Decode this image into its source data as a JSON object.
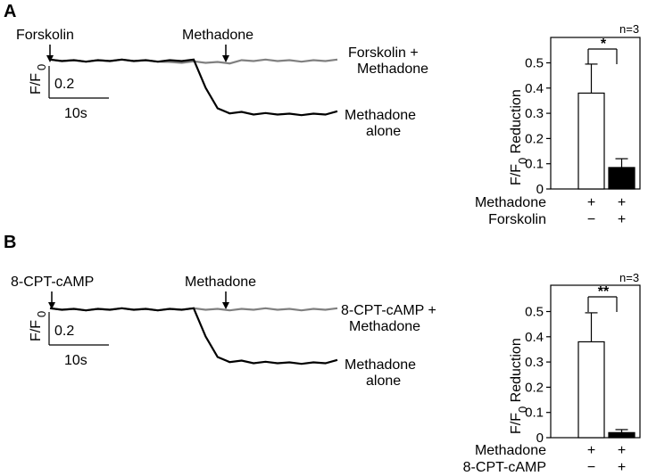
{
  "panels": [
    {
      "label": "A",
      "trace": {
        "stim1_label": "Forskolin",
        "stim2_label": "Methadone",
        "line1_label": [
          "Forskolin +",
          "Methadone"
        ],
        "line2_label": [
          "Methadone",
          "alone"
        ],
        "scale_y_label": "F/F",
        "scale_y_sub": "0",
        "scale_y_value": "0.2",
        "scale_x_value": "10s"
      },
      "bar": {
        "n_label": "n=3",
        "sig_label": "*",
        "ylabel": "F/F",
        "ylabel_sub": "0",
        "ylabel_rest": " Reduction",
        "row_labels": [
          "Methadone",
          "Forskolin"
        ]
      }
    },
    {
      "label": "B",
      "trace": {
        "stim1_label": "8-CPT-cAMP",
        "stim2_label": "Methadone",
        "line1_label": [
          "8-CPT-cAMP +",
          "Methadone"
        ],
        "line2_label": [
          "Methadone",
          "alone"
        ],
        "scale_y_label": "F/F",
        "scale_y_sub": "0",
        "scale_y_value": "0.2",
        "scale_x_value": "10s"
      },
      "bar": {
        "n_label": "n=3",
        "sig_label": "**",
        "ylabel": "F/F",
        "ylabel_sub": "0",
        "ylabel_rest": " Reduction",
        "row_labels": [
          "Methadone",
          "8-CPT-cAMP"
        ]
      }
    }
  ],
  "chart_data": [
    {
      "type": "line",
      "panel": "A",
      "series": [
        {
          "name": "Forskolin + Methadone",
          "color": "#808080",
          "values": [
            0.0,
            0.0,
            0.0,
            0.0,
            0.0,
            0.0,
            0.0,
            0.0,
            0.0,
            0.0,
            -0.01,
            -0.01,
            -0.01,
            -0.01,
            -0.01,
            -0.01,
            0.0,
            0.0,
            0.0,
            0.0,
            0.0,
            0.0,
            0.0,
            0.0,
            0.0
          ]
        },
        {
          "name": "Methadone alone",
          "color": "#000000",
          "values": [
            0.0,
            0.0,
            0.0,
            0.0,
            0.0,
            0.0,
            0.0,
            0.0,
            0.0,
            0.0,
            0.0,
            0.0,
            0.0,
            -0.15,
            -0.27,
            -0.29,
            -0.29,
            -0.3,
            -0.3,
            -0.3,
            -0.3,
            -0.3,
            -0.3,
            -0.3,
            -0.29
          ]
        }
      ],
      "stimulus_markers": [
        "Forskolin",
        "Methadone"
      ]
    },
    {
      "type": "bar",
      "panel": "A",
      "categories": [
        "Methadone",
        "Methadone + Forskolin"
      ],
      "conditions": {
        "Methadone": [
          "+",
          "+"
        ],
        "Forskolin": [
          "−",
          "+"
        ]
      },
      "values": [
        0.38,
        0.085
      ],
      "errors": [
        0.115,
        0.035
      ],
      "fills": [
        "#ffffff",
        "#000000"
      ],
      "ylabel": "F/F0 Reduction",
      "ylim": [
        0,
        0.6
      ],
      "yticks": [
        "0",
        "0.1",
        "0.2",
        "0.3",
        "0.4",
        "0.5"
      ],
      "significance": "*",
      "n": "n=3"
    },
    {
      "type": "line",
      "panel": "B",
      "series": [
        {
          "name": "8-CPT-cAMP + Methadone",
          "color": "#808080",
          "values": [
            0.0,
            0.0,
            0.0,
            0.0,
            0.0,
            0.0,
            0.0,
            0.0,
            0.0,
            0.0,
            0.0,
            0.0,
            0.0,
            0.0,
            0.0,
            0.0,
            0.0,
            0.0,
            0.0,
            0.0,
            0.0,
            0.0,
            0.0,
            0.0,
            0.0
          ]
        },
        {
          "name": "Methadone alone",
          "color": "#000000",
          "values": [
            0.0,
            0.0,
            0.0,
            0.0,
            0.0,
            0.0,
            0.0,
            0.0,
            0.0,
            0.0,
            0.0,
            0.0,
            0.0,
            -0.15,
            -0.27,
            -0.29,
            -0.29,
            -0.3,
            -0.3,
            -0.3,
            -0.3,
            -0.3,
            -0.3,
            -0.3,
            -0.29
          ]
        }
      ],
      "stimulus_markers": [
        "8-CPT-cAMP",
        "Methadone"
      ]
    },
    {
      "type": "bar",
      "panel": "B",
      "categories": [
        "Methadone",
        "Methadone + 8-CPT-cAMP"
      ],
      "conditions": {
        "Methadone": [
          "+",
          "+"
        ],
        "8-CPT-cAMP": [
          "−",
          "+"
        ]
      },
      "values": [
        0.38,
        0.02
      ],
      "errors": [
        0.115,
        0.012
      ],
      "fills": [
        "#ffffff",
        "#000000"
      ],
      "ylabel": "F/F0 Reduction",
      "ylim": [
        0,
        0.6
      ],
      "yticks": [
        "0",
        "0.1",
        "0.2",
        "0.3",
        "0.4",
        "0.5"
      ],
      "significance": "**",
      "n": "n=3"
    }
  ]
}
